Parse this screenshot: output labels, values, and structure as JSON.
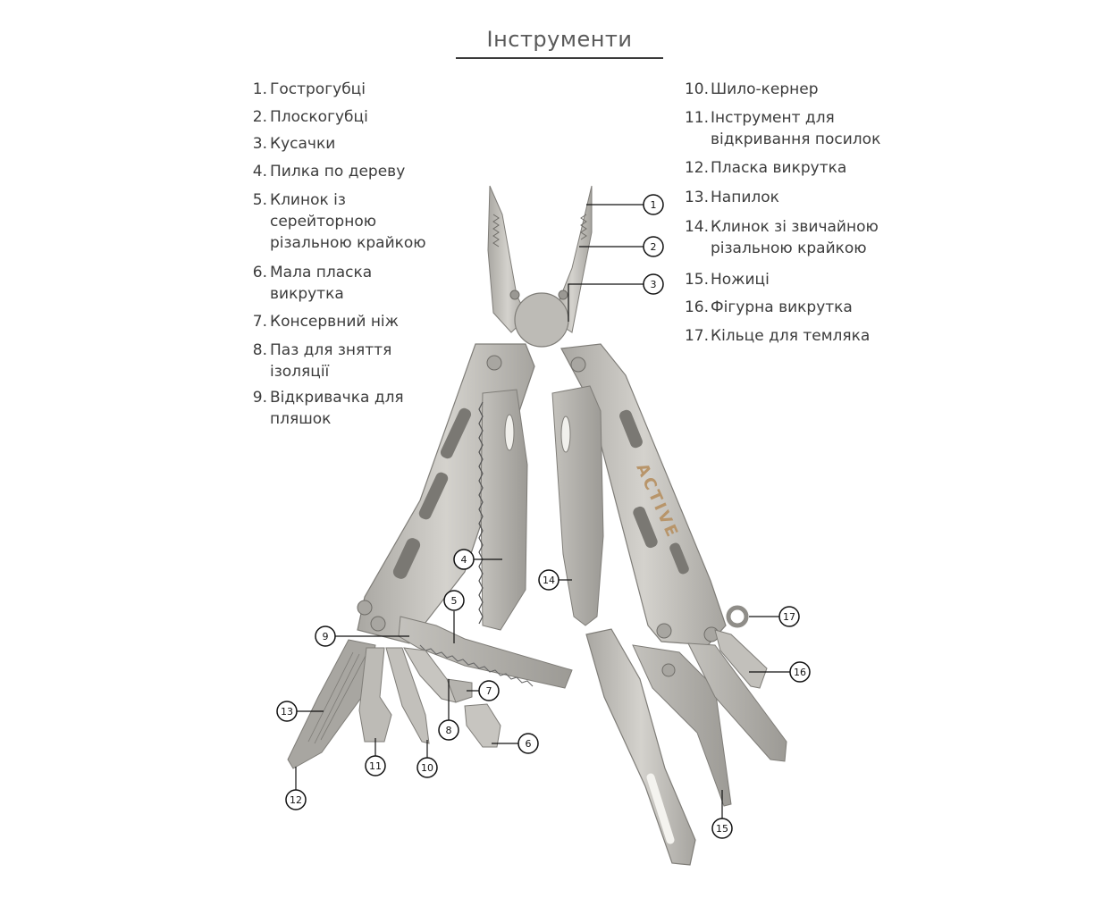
{
  "title": "Інструменти",
  "legend_left": [
    {
      "num": "1.",
      "lines": [
        "Гострогубці"
      ]
    },
    {
      "num": "2.",
      "lines": [
        "Плоскогубці"
      ]
    },
    {
      "num": "3.",
      "lines": [
        "Кусачки"
      ]
    },
    {
      "num": "4.",
      "lines": [
        "Пилка по дереву"
      ]
    },
    {
      "num": "5.",
      "lines": [
        "Клинок із",
        "серейторною",
        "різальною крайкою"
      ]
    },
    {
      "num": "6.",
      "lines": [
        "Мала пласка",
        "викрутка"
      ]
    },
    {
      "num": "7.",
      "lines": [
        "Консервний ніж"
      ]
    },
    {
      "num": "8.",
      "lines": [
        "Паз для зняття",
        "ізоляції"
      ]
    },
    {
      "num": "9.",
      "lines": [
        "Відкривачка для",
        "пляшок"
      ]
    }
  ],
  "legend_right": [
    {
      "num": "10.",
      "lines": [
        "Шило-кернер"
      ]
    },
    {
      "num": "11.",
      "lines": [
        "Інструмент для",
        "відкривання посилок"
      ]
    },
    {
      "num": "12.",
      "lines": [
        "Пласка викрутка"
      ]
    },
    {
      "num": "13.",
      "lines": [
        "Напилок"
      ]
    },
    {
      "num": "14.",
      "lines": [
        "Клинок зі звичайною",
        "різальною крайкою"
      ]
    },
    {
      "num": "15.",
      "lines": [
        "Ножиці"
      ]
    },
    {
      "num": "16.",
      "lines": [
        "Фігурна викрутка"
      ]
    },
    {
      "num": "17.",
      "lines": [
        "Кільце для темляка"
      ]
    }
  ],
  "logo_text": "ACTIVE",
  "callouts": [
    "1",
    "2",
    "3",
    "4",
    "5",
    "6",
    "7",
    "8",
    "9",
    "10",
    "11",
    "12",
    "13",
    "14",
    "15",
    "16",
    "17"
  ],
  "colors": {
    "steel": "#b9b7b2",
    "steel_dark": "#8f8d88",
    "steel_light": "#d8d6d1",
    "logo": "#b8956a",
    "ink": "#111111"
  }
}
